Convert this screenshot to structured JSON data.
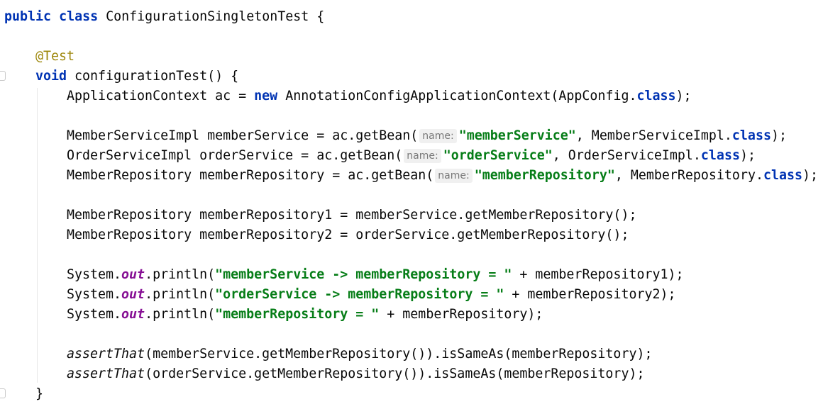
{
  "code": {
    "kw_public": "public",
    "kw_class": "class",
    "class_name": " ConfigurationSingletonTest {",
    "annotation": "@Test",
    "kw_void": "void",
    "method_sig": " configurationTest() {",
    "l4_a": "ApplicationContext ac = ",
    "kw_new": "new",
    "l4_b": " AnnotationConfigApplicationContext(AppConfig.",
    "kw_class_ref": "class",
    "l4_c": ");",
    "hint_name": "name:",
    "l6_a": "MemberServiceImpl memberService = ac.getBean(",
    "l6_str": "\"memberService\"",
    "l6_b": ", MemberServiceImpl.",
    "l7_a": "OrderServiceImpl orderService = ac.getBean(",
    "l7_str": "\"orderService\"",
    "l7_b": ", OrderServiceImpl.",
    "l8_a": "MemberRepository memberRepository = ac.getBean(",
    "l8_str": "\"memberRepository\"",
    "l8_b": ", MemberRepository.",
    "l10": "MemberRepository memberRepository1 = memberService.getMemberRepository();",
    "l11": "MemberRepository memberRepository2 = orderService.getMemberRepository();",
    "sys": "System.",
    "out": "out",
    "println": ".println(",
    "l13_str": "\"memberService -> memberRepository = \"",
    "l13_b": " + memberRepository1);",
    "l14_str": "\"orderService -> memberRepository = \"",
    "l14_b": " + memberRepository2);",
    "l15_str": "\"memberRepository = \"",
    "l15_b": " + memberRepository);",
    "assert_that": "assertThat",
    "l17_b": "(memberService.getMemberRepository()).isSameAs(memberRepository);",
    "l18_b": "(orderService.getMemberRepository()).isSameAs(memberRepository);",
    "close_brace": "}"
  }
}
